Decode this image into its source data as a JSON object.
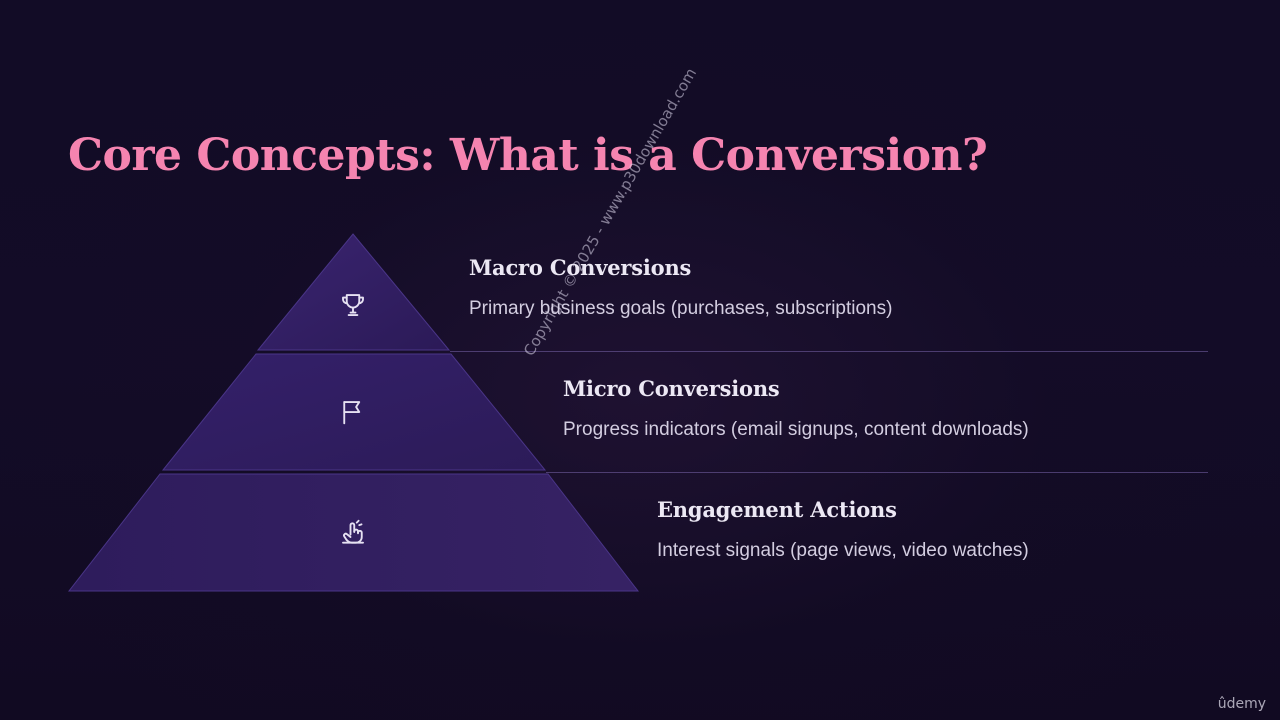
{
  "slide": {
    "title": "Core Concepts: What is a Conversion?",
    "tiers": [
      {
        "heading": "Macro Conversions",
        "description": "Primary business goals (purchases, subscriptions)",
        "icon": "trophy-icon"
      },
      {
        "heading": "Micro Conversions",
        "description": "Progress indicators (email signups, content downloads)",
        "icon": "flag-icon"
      },
      {
        "heading": "Engagement Actions",
        "description": "Interest signals (page views, video watches)",
        "icon": "pointer-icon"
      }
    ]
  },
  "watermark": "Copyright © 2025 - www.p30download.com",
  "brand": "ûdemy",
  "colors": {
    "title": "#f584b0",
    "pyramid_fill": "#2f1c5e",
    "background": "#120c26"
  }
}
